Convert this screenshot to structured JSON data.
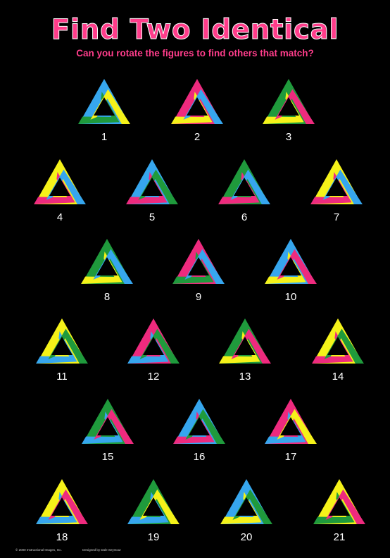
{
  "title": "Find Two Identical",
  "subtitle": "Can you rotate the figures to find others that match?",
  "colors": {
    "background": "#000000",
    "title": "#ff3d8b",
    "blue": "#36a6ee",
    "yellow": "#f5f219",
    "green": "#1f9a3c",
    "pink": "#ee2a7e"
  },
  "figures": [
    {
      "number": "1",
      "colors": [
        "blue",
        "yellow",
        "green"
      ]
    },
    {
      "number": "2",
      "colors": [
        "pink",
        "blue",
        "yellow"
      ]
    },
    {
      "number": "3",
      "colors": [
        "green",
        "pink",
        "yellow"
      ]
    },
    {
      "number": "4",
      "colors": [
        "yellow",
        "blue",
        "pink"
      ]
    },
    {
      "number": "5",
      "colors": [
        "blue",
        "green",
        "pink"
      ]
    },
    {
      "number": "6",
      "colors": [
        "green",
        "blue",
        "pink"
      ]
    },
    {
      "number": "7",
      "colors": [
        "yellow",
        "blue",
        "pink"
      ]
    },
    {
      "number": "8",
      "colors": [
        "green",
        "blue",
        "yellow"
      ]
    },
    {
      "number": "9",
      "colors": [
        "pink",
        "blue",
        "green"
      ]
    },
    {
      "number": "10",
      "colors": [
        "blue",
        "pink",
        "yellow"
      ]
    },
    {
      "number": "11",
      "colors": [
        "yellow",
        "green",
        "blue"
      ]
    },
    {
      "number": "12",
      "colors": [
        "pink",
        "green",
        "blue"
      ]
    },
    {
      "number": "13",
      "colors": [
        "green",
        "pink",
        "yellow"
      ]
    },
    {
      "number": "14",
      "colors": [
        "yellow",
        "green",
        "pink"
      ]
    },
    {
      "number": "15",
      "colors": [
        "green",
        "pink",
        "blue"
      ]
    },
    {
      "number": "16",
      "colors": [
        "blue",
        "green",
        "pink"
      ]
    },
    {
      "number": "17",
      "colors": [
        "pink",
        "yellow",
        "blue"
      ]
    },
    {
      "number": "18",
      "colors": [
        "yellow",
        "pink",
        "blue"
      ]
    },
    {
      "number": "19",
      "colors": [
        "green",
        "yellow",
        "blue"
      ]
    },
    {
      "number": "20",
      "colors": [
        "blue",
        "green",
        "yellow"
      ]
    },
    {
      "number": "21",
      "colors": [
        "yellow",
        "pink",
        "green"
      ]
    }
  ],
  "footer": {
    "copyright": "© 2000 Instructional Images, Inc.",
    "designer": "Designed by Dale Seymour"
  }
}
